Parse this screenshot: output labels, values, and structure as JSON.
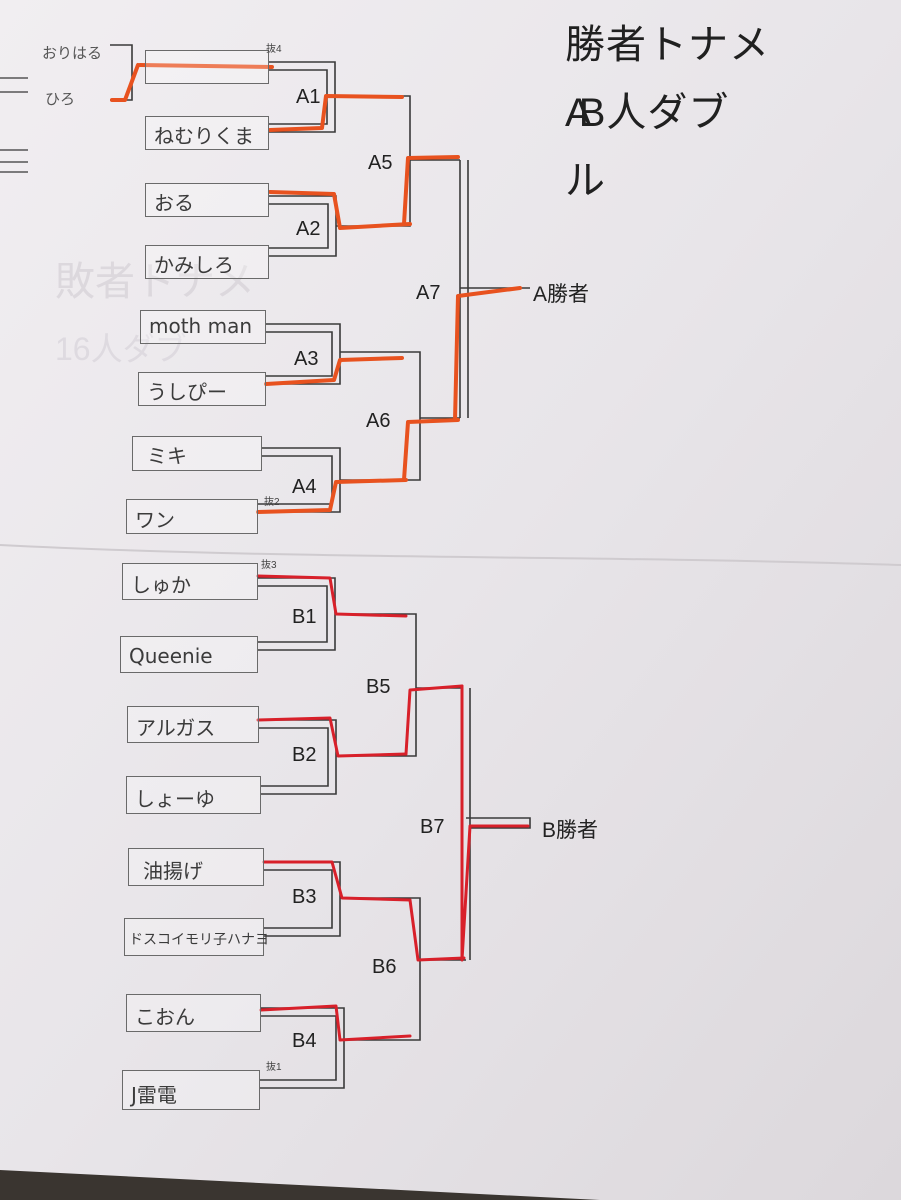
{
  "title": {
    "line1": "勝者トナメ",
    "line2_a": "A",
    "line2_b": "B",
    "line2_rest": "人ダブ",
    "line3": "ル"
  },
  "margin_names": [
    "おりはる",
    "ひろ"
  ],
  "bracket_a": {
    "winner_label": "A勝者",
    "match_labels": [
      "A1",
      "A2",
      "A3",
      "A4",
      "A5",
      "A6",
      "A7"
    ],
    "players": [
      "",
      "ねむりくま",
      "おる",
      "かみしろ",
      "moth man",
      "うしぴー",
      "ミキ",
      "ワン"
    ],
    "tags": [
      "抜4",
      "抜2"
    ]
  },
  "bracket_b": {
    "winner_label": "B勝者",
    "match_labels": [
      "B1",
      "B2",
      "B3",
      "B4",
      "B5",
      "B6",
      "B7"
    ],
    "players": [
      "しゅか",
      "Queenie",
      "アルガス",
      "しょーゆ",
      "油揚げ",
      "ドスコイモリ子ハナヨ",
      "こおん",
      "J雷電"
    ],
    "tags": [
      "抜3",
      "抜1"
    ]
  },
  "colors": {
    "paper": "#e9e6e9",
    "ink": "#3a3a3a",
    "orange_marker": "#e8521f",
    "red_marker": "#d8202a",
    "table": "#3a3530"
  }
}
